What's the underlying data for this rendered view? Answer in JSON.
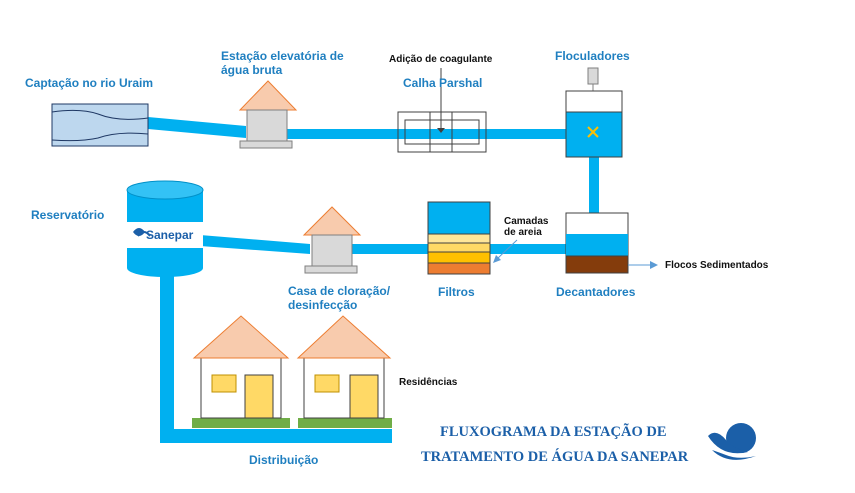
{
  "labels": {
    "captacao": "Captação no rio Uraim",
    "estacao_linha1": "Estação elevatória de",
    "estacao_linha2": "água bruta",
    "adicao": "Adição de coagulante",
    "calha": "Calha Parshal",
    "floculadores": "Floculadores",
    "reservatorio": "Reservatório",
    "camadas_linha1": "Camadas",
    "camadas_linha2": "de areia",
    "flocos": "Flocos Sedimentados",
    "casa_linha1": "Casa de cloração/",
    "casa_linha2": "desinfecção",
    "filtros": "Filtros",
    "decantadores": "Decantadores",
    "residencias": "Residências",
    "distribuicao": "Distribuição"
  },
  "tank_brand": "Sanepar",
  "title": {
    "line1": "FLUXOGRAMA DA ESTAÇÃO DE",
    "line2": "TRATAMENTO DE ÁGUA DA SANEPAR"
  },
  "colors": {
    "pipe": "#00b0f0",
    "label": "#1f7fc0",
    "title": "#1b5fa8",
    "roof": "#f8cbad",
    "roof_stroke": "#ed7d31",
    "wall": "#d9d9d9",
    "house_wall": "#ffffff",
    "door": "#ffd966",
    "grass": "#70ad47",
    "sludge": "#843c0c",
    "sand_light": "#ffe699",
    "sand_mid": "#ffc000",
    "sand_dark": "#ed7d31",
    "river_water": "#bdd7ee"
  }
}
